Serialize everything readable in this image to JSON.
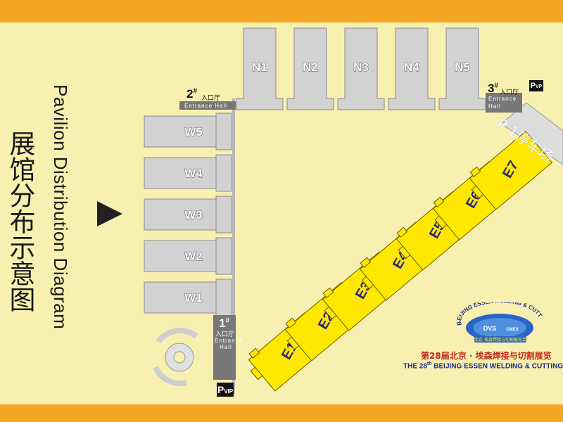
{
  "title_zh": "展馆分布示意图",
  "title_en": "Pavilion Distribution Diagram",
  "halls_north": [
    "N1",
    "N2",
    "N3",
    "N4",
    "N5"
  ],
  "halls_west": [
    "W5",
    "W4",
    "W3",
    "W2",
    "W1"
  ],
  "halls_east": [
    "E1",
    "E2",
    "E3",
    "E4",
    "E5",
    "E6",
    "E7"
  ],
  "entrances": [
    {
      "number": "1",
      "sup": "#",
      "zh": "入口厅",
      "en1": "Entrance",
      "en2": "Hall"
    },
    {
      "number": "2",
      "sup": "#",
      "zh": "入口厅",
      "en": "Entrance Hall"
    },
    {
      "number": "3",
      "sup": "#",
      "zh": "入口厅",
      "en1": "Entrance",
      "en2": "Hall"
    }
  ],
  "parking_p1": "P 1停车场",
  "pvip": {
    "p": "P",
    "sub": "VIP"
  },
  "pvp": {
    "p": "P",
    "sub": "VP"
  },
  "logo": {
    "arc": "BEIJING ESSEN WELDING & CUTTING",
    "dvs": "DVS",
    "cmes": "CMES",
    "ribbon": "北京·埃森焊接与切割展览会",
    "zh": "第28届北京 · 埃森焊接与切割展览",
    "en_pre": "THE 28",
    "en_sup": "th",
    "en_post": " BEIJING ESSEN WELDING & CUTTING"
  },
  "colors": {
    "band": "#f2a623",
    "background": "#f8f0b0",
    "hall_gray": "#d0d0d0",
    "hall_yellow": "#ffe800",
    "entrance": "#777777"
  }
}
